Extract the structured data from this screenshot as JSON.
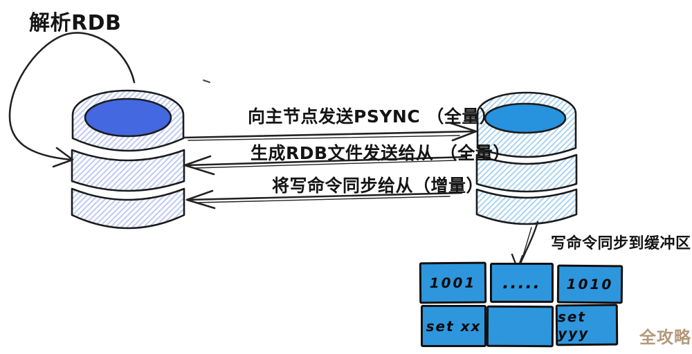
{
  "annotations": {
    "parse_rdb": "解析RDB",
    "buffer_note": "写命令同步到缓冲区",
    "watermark": "全攻略"
  },
  "flow_labels": {
    "step1": "向主节点发送PSYNC （全量）",
    "step2": "生成RDB文件发送给从 （全量）",
    "step3": "将写命令同步给从（增量）"
  },
  "buffer": {
    "rows": [
      [
        "1001",
        ".....",
        "1010"
      ],
      [
        "set xx",
        "",
        "set yyy"
      ]
    ]
  },
  "colors": {
    "slave_db_top": "#4468e0",
    "master_db_top": "#2792de",
    "buffer_cell": "#2e96dd",
    "hatch_left": "#bdc9f4",
    "hatch_right": "#a9d3f1",
    "outline": "#1b1b1b",
    "watermark": "#b3987a"
  }
}
